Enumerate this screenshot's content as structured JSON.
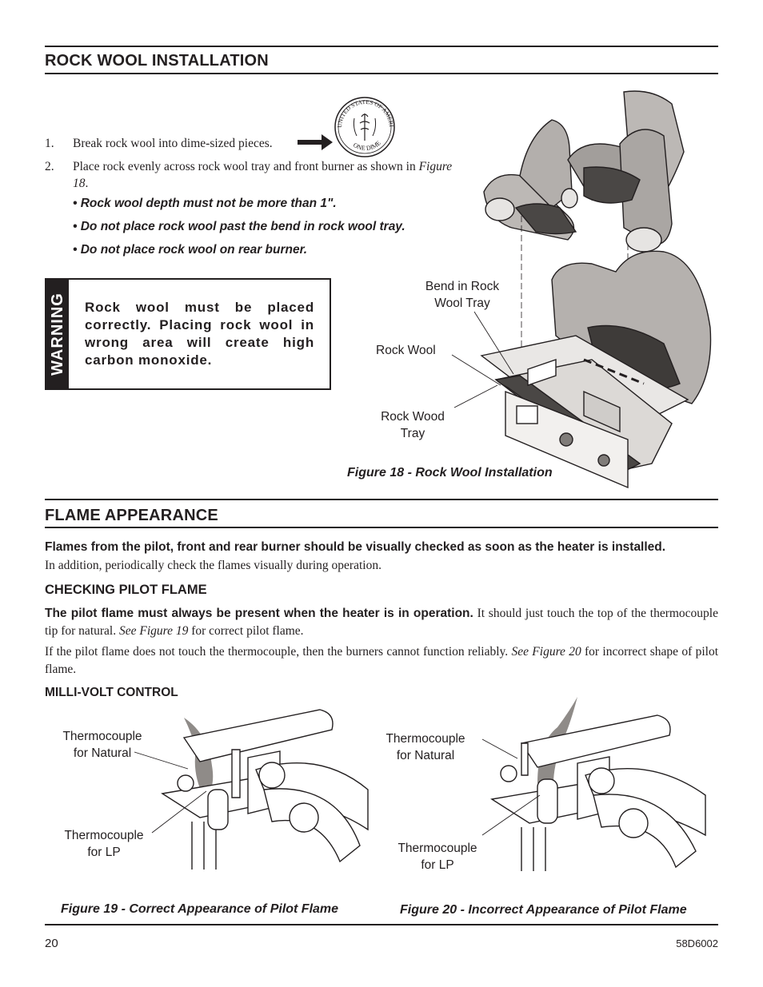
{
  "rock_wool": {
    "title": "ROCK WOOL INSTALLATION",
    "steps": [
      {
        "num": "1.",
        "text": "Break rock wool into dime-sized pieces."
      },
      {
        "num": "2.",
        "text_main": "Place rock evenly across rock wool tray and front burner as shown in ",
        "text_ref": "Figure 18",
        "text_end": "."
      }
    ],
    "bullets": [
      "• Rock wool depth must not be more than 1\".",
      "• Do not place rock wool past the bend in rock wool tray.",
      "• Do not place rock wool on rear burner."
    ],
    "warning": {
      "tab_label": "WARNING",
      "text": "Rock wool must be placed correctly. Placing rock wool in wrong area will create high carbon monoxide."
    },
    "coin_text": {
      "top": "UNITED STATES OF AMERICA",
      "bottom": "ONE DIME"
    },
    "callouts": {
      "bend_line1": "Bend in Rock",
      "bend_line2": "Wool Tray",
      "rock_wool": "Rock Wool",
      "tray_line1": "Rock Wood",
      "tray_line2": "Tray"
    },
    "figure_caption": "Figure 18 - Rock Wool Installation"
  },
  "flame": {
    "title": "FLAME APPEARANCE",
    "intro_bold": "Flames from the pilot, front and rear burner should be visually checked as soon as the heater is installed.",
    "intro_text": "In addition, periodically check the flames visually during operation.",
    "subhead": "CHECKING PILOT FLAME",
    "p1_bold": "The pilot flame must always be present when the heater is in operation.",
    "p1_text": " It should just touch the top of the thermocouple tip for natural. ",
    "p1_ref": "See Figure 19",
    "p1_end": " for correct pilot flame.",
    "p2_text": "If the pilot flame does not touch the thermocouple, then the burners cannot function reliably. ",
    "p2_ref": "See Figure 20",
    "p2_end": " for incorrect shape of pilot flame.",
    "milli_volt": "MILLI-VOLT CONTROL",
    "fig19": {
      "natural_line1": "Thermocouple",
      "natural_line2": "for Natural",
      "lp_line1": "Thermocouple",
      "lp_line2": "for LP",
      "caption": "Figure 19 - Correct Appearance of Pilot Flame"
    },
    "fig20": {
      "natural_line1": "Thermocouple",
      "natural_line2": "for Natural",
      "lp_line1": "Thermocouple",
      "lp_line2": "for LP",
      "caption": "Figure 20 - Incorrect Appearance of Pilot Flame"
    }
  },
  "footer": {
    "page_number": "20",
    "doc_code": "58D6002"
  }
}
